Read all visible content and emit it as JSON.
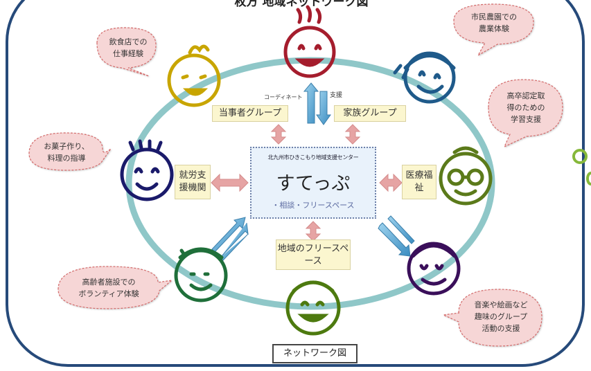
{
  "header": {
    "title": "枚方 地域ネットワーク図"
  },
  "center": {
    "org": "北九州市ひきこもり地域支援センター",
    "name": "すてっぷ",
    "subtitle": "・相談・フリースペース"
  },
  "boxes": {
    "tojisha": "当事者グループ",
    "kazoku": "家族グループ",
    "shuro": "就労支援機関",
    "iryo": "医療福祉",
    "chiiki": "地域のフリースペース"
  },
  "arrow_labels": {
    "coordinate": "コーディネート",
    "support": "支援"
  },
  "bubbles": [
    {
      "id": "restaurant",
      "lines": [
        "飲食店での",
        "仕事経験"
      ]
    },
    {
      "id": "farm",
      "lines": [
        "市民農園での",
        "農業体験"
      ]
    },
    {
      "id": "exam",
      "lines": [
        "高卒認定取",
        "得のための",
        "学習支援"
      ]
    },
    {
      "id": "sweets",
      "lines": [
        "お菓子作り、",
        "料理の指導"
      ]
    },
    {
      "id": "elderly",
      "lines": [
        "高齢者施設での",
        "ボランティア体験"
      ]
    },
    {
      "id": "music",
      "lines": [
        "音楽や絵画など",
        "趣味のグループ",
        "活動の支援"
      ]
    }
  ],
  "caption": "ネットワーク図",
  "colors": {
    "frame": "#264a7a",
    "ring": "#8fc7c8",
    "box_fill": "#fbf6cf",
    "center_fill": "#e9f2fb",
    "bubble_fill": "#f6d6d6",
    "bubble_border": "#d36a6a",
    "pink_arrow": "#e6a4a4",
    "blue_arrow": "#5fa8d4",
    "faces": [
      "#a51d2d",
      "#1f5a8a",
      "#c8a500",
      "#5b7a1a",
      "#1a1a6a",
      "#3a0f5a",
      "#1f6f3a",
      "#4d7a0f"
    ]
  },
  "icons": [
    "smiley-face-icon",
    "double-arrow-icon",
    "two-way-arrow-icon"
  ]
}
